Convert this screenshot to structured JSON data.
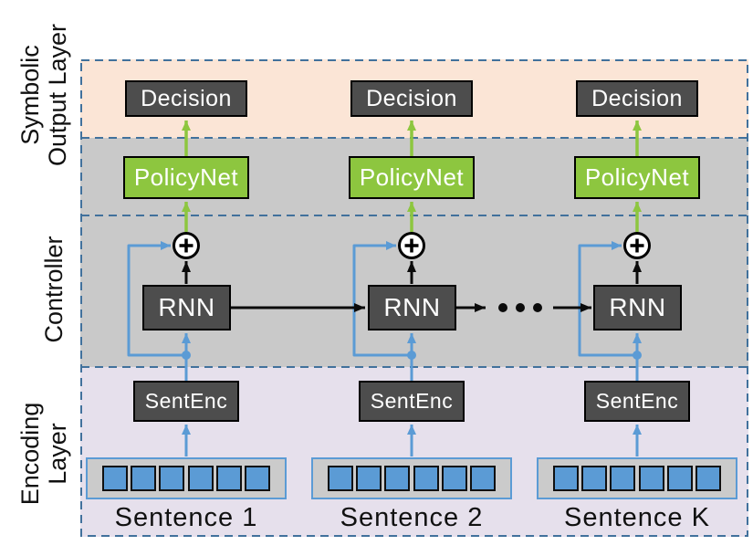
{
  "colors": {
    "band_symbolic": "#FBE5D6",
    "band_gray": "#C9C9C9",
    "band_encoding": "#E6E0EC",
    "box_dark": "#4D4D4D",
    "box_green": "#8DC63F",
    "accent_green": "#8DC63F",
    "accent_blue": "#5B9BD5",
    "strip_gray": "#CBCBCB",
    "border_dashed": "#41719C"
  },
  "layer_labels": {
    "symbolic_line1": "Symbolic",
    "symbolic_line2": "Output Layer",
    "controller": "Controller",
    "encoding_line1": "Encoding",
    "encoding_line2": "Layer"
  },
  "columns": [
    {
      "decision": "Decision",
      "policynet": "PolicyNet",
      "rnn": "RNN",
      "sentenc": "SentEnc",
      "sentence": "Sentence 1",
      "token_count": 6
    },
    {
      "decision": "Decision",
      "policynet": "PolicyNet",
      "rnn": "RNN",
      "sentenc": "SentEnc",
      "sentence": "Sentence 2",
      "token_count": 6
    },
    {
      "decision": "Decision",
      "policynet": "PolicyNet",
      "rnn": "RNN",
      "sentenc": "SentEnc",
      "sentence": "Sentence K",
      "token_count": 6
    }
  ]
}
